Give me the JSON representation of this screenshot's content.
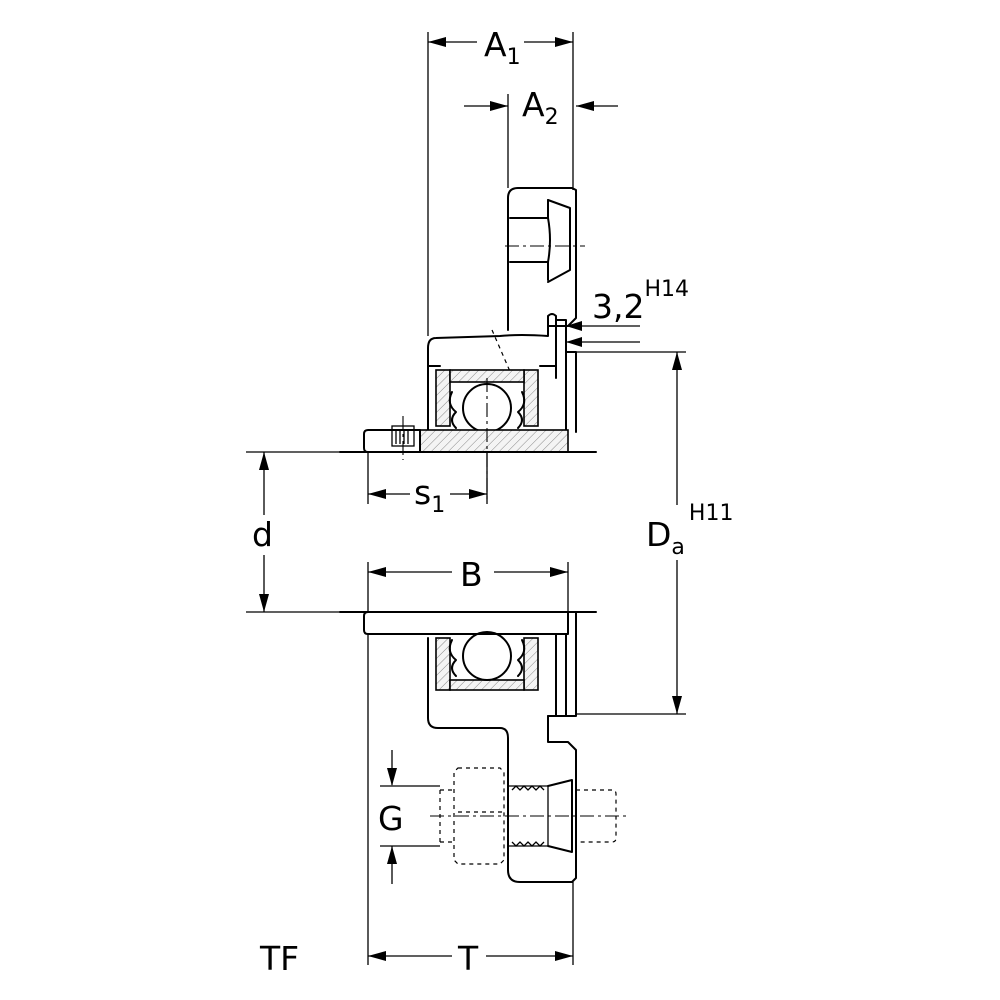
{
  "dimensions": {
    "A1": {
      "main": "A",
      "sub": "1"
    },
    "A2": {
      "main": "A",
      "sub": "2"
    },
    "clearance": {
      "main": "3,2",
      "sup": "H14"
    },
    "s1": {
      "main": "s",
      "sub": "1"
    },
    "d": {
      "main": "d"
    },
    "Da": {
      "main": "D",
      "sub": "a",
      "sup": "H11"
    },
    "B": {
      "main": "B"
    },
    "G": {
      "main": "G"
    },
    "T": {
      "main": "T"
    }
  },
  "series_label": "TF"
}
